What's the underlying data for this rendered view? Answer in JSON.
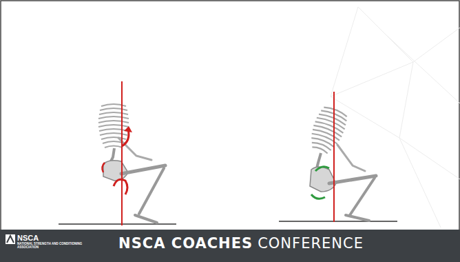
{
  "diagram": {
    "labels": [
      "NSCA",
      "NATIONAL STRENGTH AND CONDITIONING ASSOCIATION",
      "NSCA COACHES",
      "CONFERENCE"
    ]
  }
}
